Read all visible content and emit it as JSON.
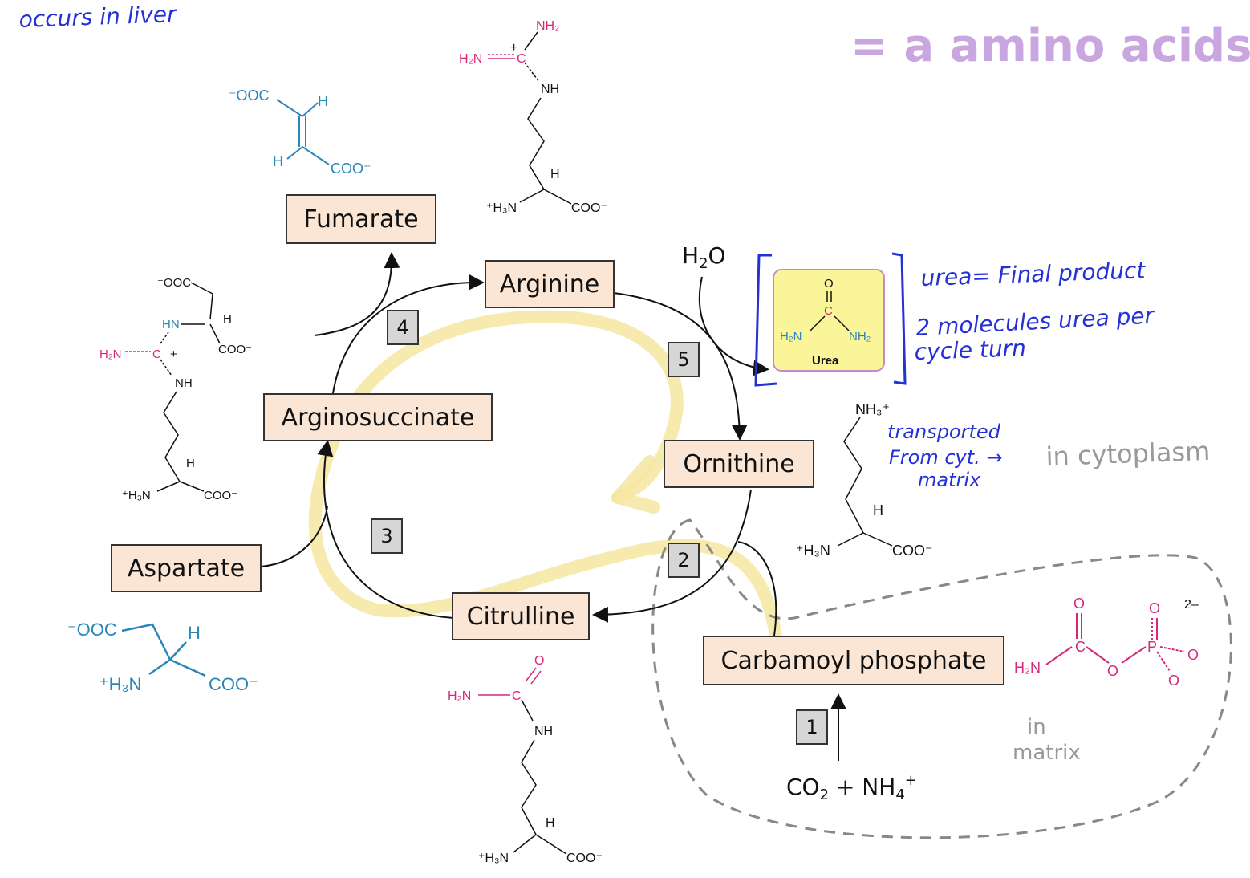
{
  "notes": {
    "liver": "occurs in liver",
    "amino_acids": "= a amino acids",
    "urea_final": "urea= Final product",
    "urea_count_1": "2 molecules urea per",
    "urea_count_2": "cycle turn",
    "transport_1": "transported",
    "transport_2": "From cyt. →",
    "transport_3": "matrix",
    "cytoplasm": "in cytoplasm",
    "matrix_1": "in",
    "matrix_2": "matrix"
  },
  "boxes": {
    "fumarate": "Fumarate",
    "arginine": "Arginine",
    "arginosuccinate": "Arginosuccinate",
    "ornithine": "Ornithine",
    "aspartate": "Aspartate",
    "citrulline": "Citrulline",
    "carbamoyl": "Carbamoyl phosphate"
  },
  "steps": [
    "1",
    "2",
    "3",
    "4",
    "5"
  ],
  "inputs": {
    "water": "H2O",
    "co2_nh4": "CO2 + NH4+"
  },
  "urea": {
    "label": "Urea"
  },
  "colors": {
    "blue_note": "#2431d6",
    "purple_note": "#c9a6e0",
    "highlight": "#a06eb4",
    "pink": "#d6287a",
    "teal": "#2a86b8",
    "yellow_arrow": "#f6e6a0",
    "box_fill": "#fbe6d6",
    "urea_fill": "#fbf59a"
  }
}
